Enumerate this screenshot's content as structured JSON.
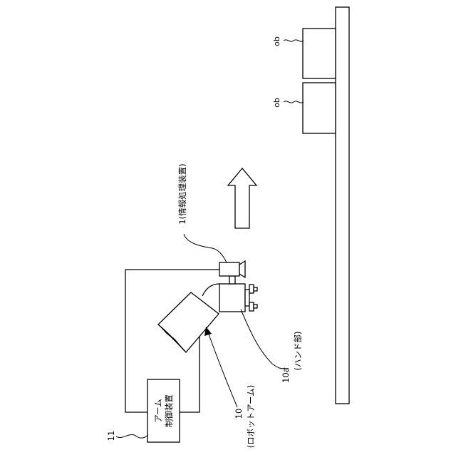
{
  "labels": {
    "info_device": "1(情報処理装置)",
    "hand_number": "10a",
    "hand_name": "(ハンド部)",
    "arm_number": "10",
    "arm_name": "(ロボットアーム)",
    "controller_number": "11",
    "controller_line1": "アーム",
    "controller_line2": "制御装置",
    "object_top": "ob",
    "object_bottom": "ob"
  }
}
